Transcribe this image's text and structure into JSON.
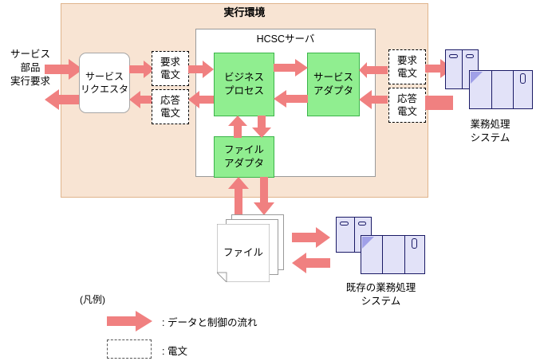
{
  "diagram": {
    "exec_env_title": "実行環境",
    "hcsc_title": "HCSCサーバ"
  },
  "left": {
    "request_label_line1": "サービス",
    "request_label_line2": "部品",
    "request_label_line3": "実行要求",
    "requester_line1": "サービス",
    "requester_line2": "リクエスタ"
  },
  "messages": {
    "left_request_line1": "要求",
    "left_request_line2": "電文",
    "left_response_line1": "応答",
    "left_response_line2": "電文",
    "right_request_line1": "要求",
    "right_request_line2": "電文",
    "right_response_line1": "応答",
    "right_response_line2": "電文"
  },
  "components": {
    "business_process_line1": "ビジネス",
    "business_process_line2": "プロセス",
    "service_adapter_line1": "サービス",
    "service_adapter_line2": "アダプタ",
    "file_adapter_line1": "ファイル",
    "file_adapter_line2": "アダプタ"
  },
  "external": {
    "business_system_line1": "業務処理",
    "business_system_line2": "システム",
    "legacy_system_line1": "既存の業務処理",
    "legacy_system_line2": "システム",
    "file_label": "ファイル"
  },
  "legend": {
    "title": "(凡例)",
    "arrow_text": ": データと制御の流れ",
    "dashed_text": ": 電文"
  },
  "colors": {
    "exec_env_bg": "#F8E4D3",
    "exec_env_border": "#E0B48C",
    "component_green": "#90EE90",
    "component_green_border": "#3CB44A",
    "arrow": "#F08080",
    "server_fill": "#E2E2F8",
    "server_border": "#1A1A66",
    "server_triangle": "#A0A0E8"
  }
}
